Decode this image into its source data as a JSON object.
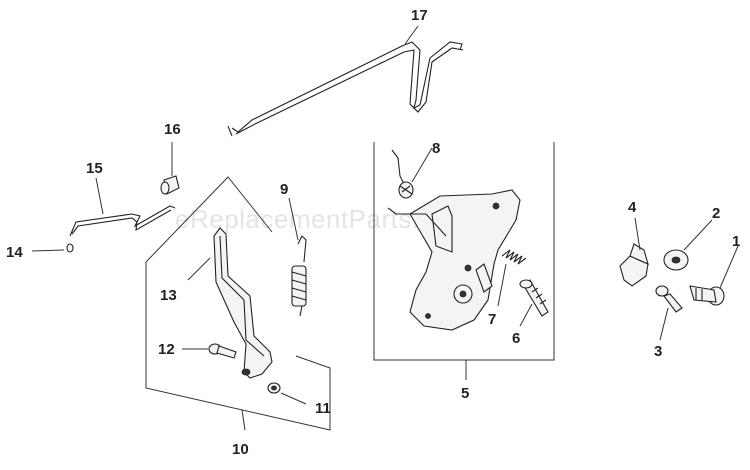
{
  "watermark": "eReplacementParts.com",
  "callouts": {
    "n1": "1",
    "n2": "2",
    "n3": "3",
    "n4": "4",
    "n5": "5",
    "n6": "6",
    "n7": "7",
    "n8": "8",
    "n9": "9",
    "n10": "10",
    "n11": "11",
    "n12": "12",
    "n13": "13",
    "n14": "14",
    "n15": "15",
    "n16": "16",
    "n17": "17"
  },
  "colors": {
    "line": "#222222",
    "fill": "#f4f4f4",
    "watermark": "#cfcfcf"
  }
}
